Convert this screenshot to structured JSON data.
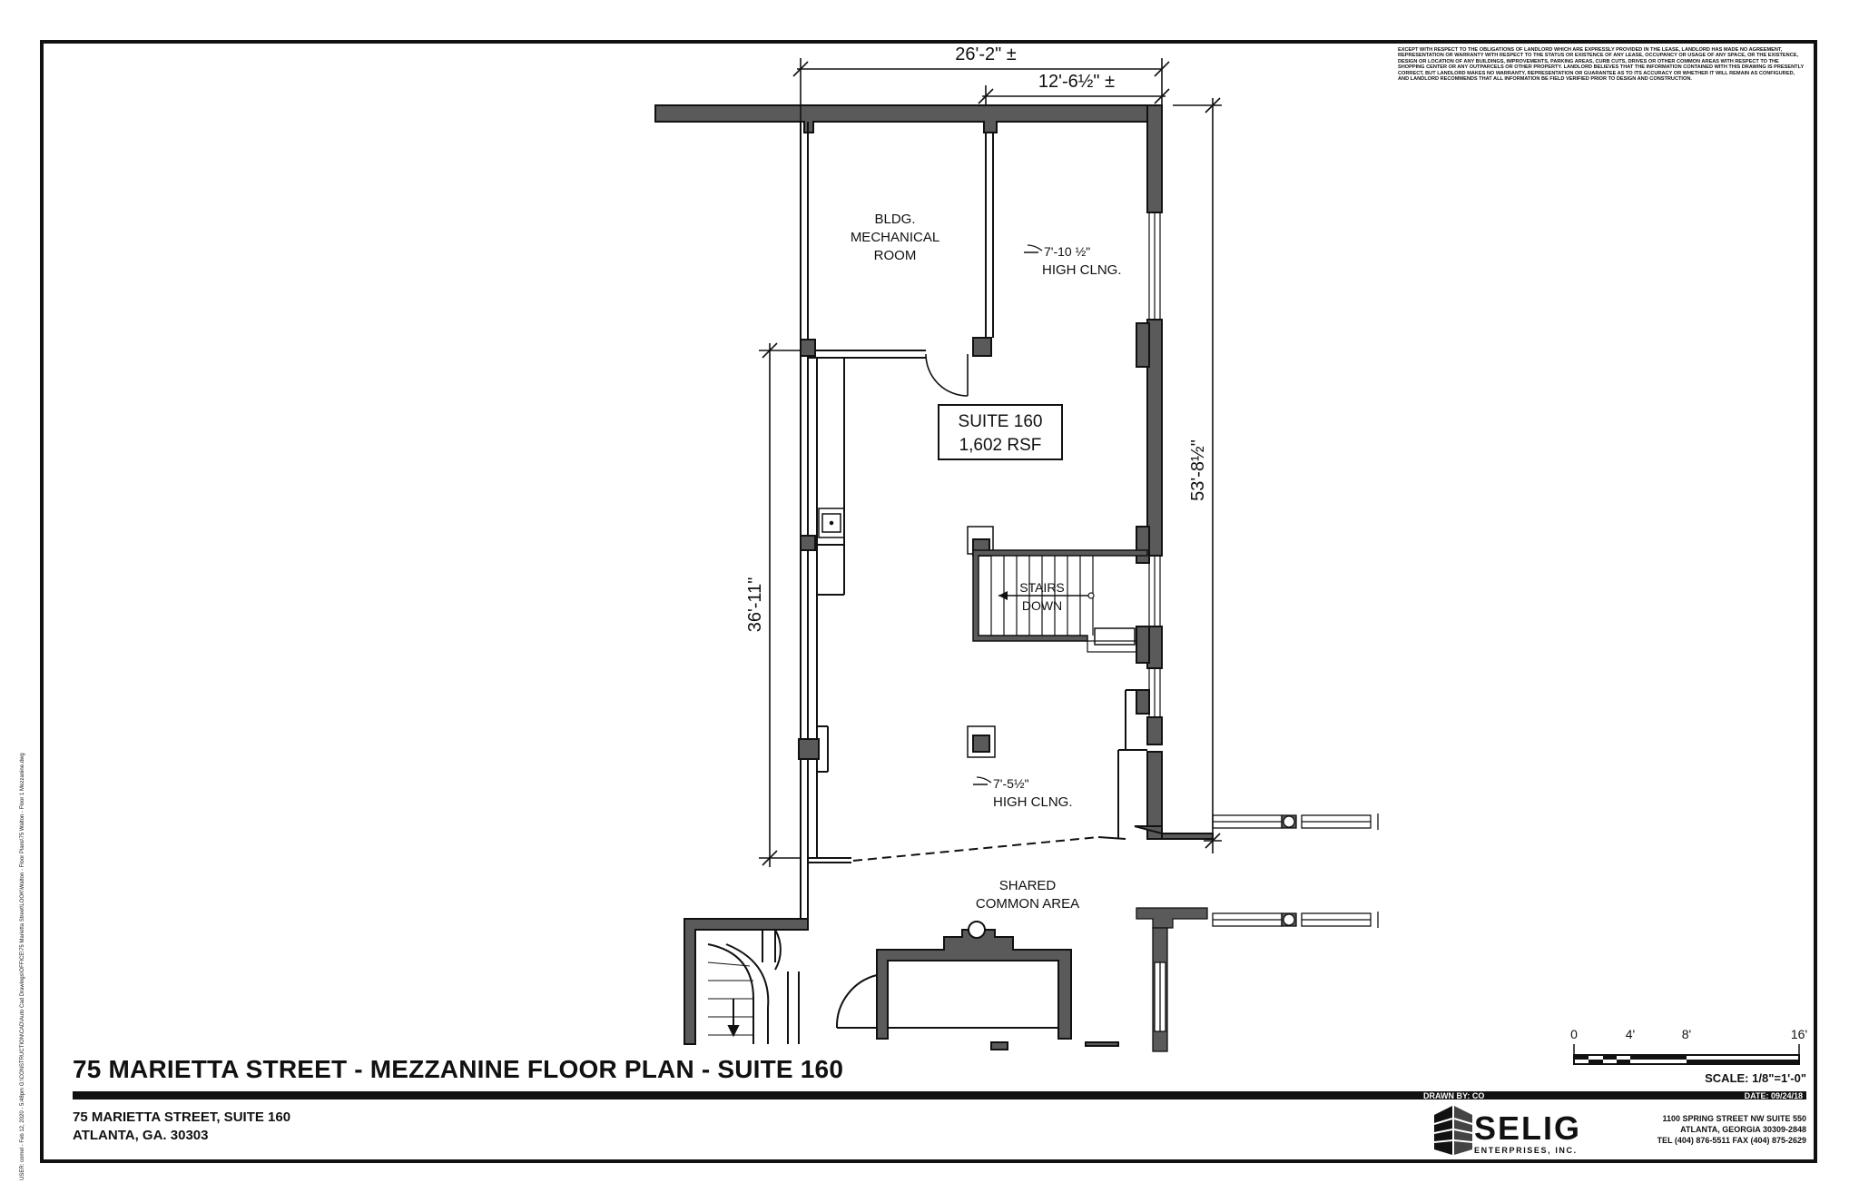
{
  "disclaimer": "EXCEPT WITH RESPECT TO THE OBLIGATIONS OF LANDLORD WHICH ARE EXPRESSLY PROVIDED IN THE LEASE, LANDLORD HAS MADE NO AGREEMENT, REPRESENTATION OR WARRANTY WITH RESPECT TO THE STATUS OR EXISTENCE OF ANY LEASE, OCCUPANCY OR USAGE OF ANY SPACE, OR THE EXISTENCE, DESIGN OR LOCATION OF ANY BUILDINGS, IMPROVEMENTS, PARKING AREAS, CURB CUTS, DRIVES OR OTHER COMMON AREAS WITH RESPECT TO THE SHOPPING CENTER OR ANY OUTPARCELS OR OTHER PROPERTY. LANDLORD BELIEVES THAT THE INFORMATION CONTAINED WITH THIS DRAWING IS PRESENTLY CORRECT, BUT LANDLORD MAKES NO WARRANTY, REPRESENTATION OR GUARANTEE AS TO ITS ACCURACY OR WHETHER IT WILL REMAIN AS CONFIGURED, AND LANDLORD RECOMMENDS THAT ALL INFORMATION BE FIELD VERIFIED PRIOR TO DESIGN AND CONSTRUCTION.",
  "side_note": "USER: comel - Feb 12, 2020 - 5:48pm  G:\\CONSTRUCTION\\CAD\\Auto Cad Drawings\\OFFICE\\75 Marietta Street\\LOOK\\Walton - Floor Plans\\75 Walton - Floor 1 Mezzanine.dwg",
  "plan": {
    "dims": {
      "top_overall": "26'-2\" ±",
      "top_partial": "12'-6½\" ±",
      "right": "53'-8½\"",
      "left": "36'-11\""
    },
    "rooms": {
      "mech_line1": "BLDG.",
      "mech_line2": "MECHANICAL",
      "mech_line3": "ROOM",
      "suite_line1": "SUITE 160",
      "suite_line2": "1,602 RSF",
      "ceiling1_height": "7'-10 ½\"",
      "ceiling1_label": "HIGH CLNG.",
      "ceiling2_height": "7'-5½\"",
      "ceiling2_label": "HIGH CLNG.",
      "stairs_line1": "STAIRS",
      "stairs_line2": "DOWN",
      "common_line1": "SHARED",
      "common_line2": "COMMON AREA"
    }
  },
  "scale_bar": {
    "ticks": [
      "0",
      "4'",
      "8'",
      "16'"
    ],
    "label": "SCALE: 1/8\"=1'-0\""
  },
  "title_block": {
    "title": "75 MARIETTA STREET - MEZZANINE FLOOR PLAN - SUITE 160",
    "address_line1": "75 MARIETTA STREET, SUITE 160",
    "address_line2": "ATLANTA, GA. 30303",
    "drawn_by": "DRAWN BY: CO",
    "date": "DATE: 09/24/18"
  },
  "company": {
    "name": "SELIG",
    "subtitle": "ENTERPRISES, INC.",
    "address1": "1100 SPRING STREET NW SUITE 550",
    "address2": "ATLANTA, GEORGIA 30309-2848",
    "phone": "TEL (404) 876-5511 FAX (404) 875-2629"
  },
  "colors": {
    "ink": "#111111",
    "wall_fill": "#5a5a5a",
    "column_fill": "#6b6b6b",
    "paper": "#ffffff"
  }
}
